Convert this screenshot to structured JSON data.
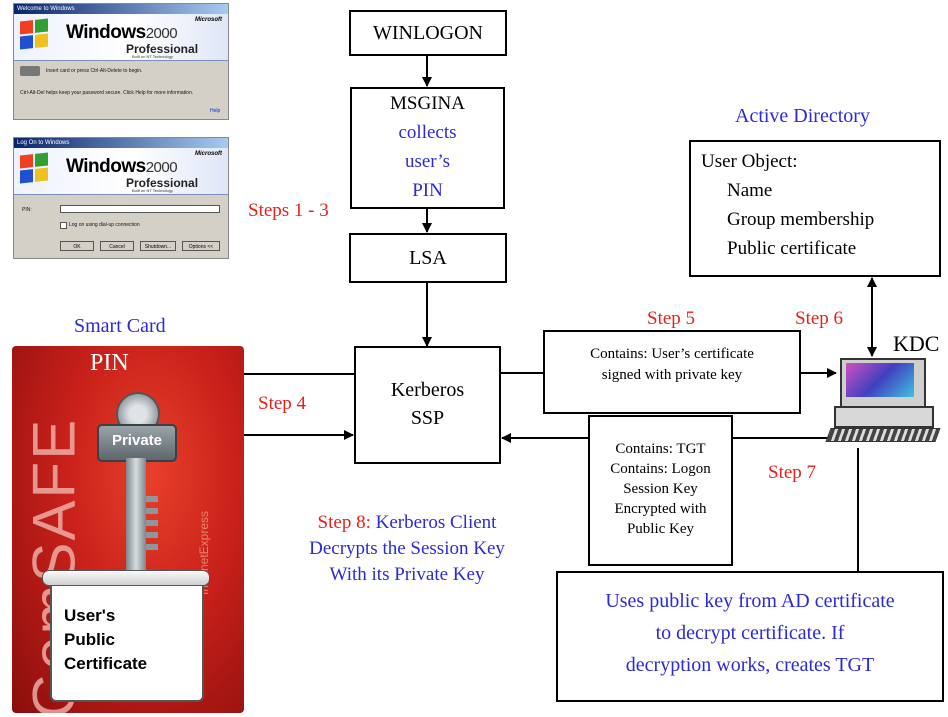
{
  "winlogon": "WINLOGON",
  "msgina": {
    "title": "MSGINA",
    "lines": [
      "collects",
      "user’s",
      "PIN"
    ]
  },
  "lsa": "LSA",
  "kerberos": {
    "line1": "Kerberos",
    "line2": "SSP"
  },
  "steps": {
    "s1_3": "Steps 1 - 3",
    "s4": "Step 4",
    "s5": "Step 5",
    "s6": "Step 6",
    "s7": "Step 7",
    "s8_prefix": "Step 8: ",
    "s8_line1_rest": "Kerberos Client",
    "s8_line2": "Decrypts the Session Key",
    "s8_line3": "With its Private Key"
  },
  "active_directory": {
    "label": "Active Directory",
    "title": "User Object:",
    "items": [
      "Name",
      "Group membership",
      "Public certificate"
    ]
  },
  "kdc_label": "KDC",
  "smart_card": {
    "label": "Smart Card",
    "pin": "PIN",
    "key_label": "Private",
    "brand": "GemSAFE",
    "sub_brand": "IntranetExpress",
    "certificate": [
      "User's",
      "Public",
      "Certificate"
    ]
  },
  "step5_box": [
    "Contains: User’s certificate",
    "signed with private key"
  ],
  "step7_box": [
    "Contains: TGT",
    "Contains: Logon",
    "Session Key",
    "Encrypted with",
    "Public Key"
  ],
  "uses_box": [
    "Uses public key from AD certificate",
    "to decrypt certificate.  If",
    "decryption works, creates TGT"
  ],
  "win_dialogs": {
    "title1": "Welcome to Windows",
    "title2": "Log On to Windows",
    "product": "Windows",
    "year": "2000",
    "edition": "Professional",
    "tech": "Built on NT Technology",
    "vendor": "Microsoft",
    "prompt": "Insert card or press Ctrl-Alt-Delete to begin.",
    "help": "Ctrl-Alt-Del helps keep your password secure. Click Help for more information.",
    "help_link": "Help",
    "pin_field": "PIN:",
    "checkbox": "Log on using dial-up connection",
    "buttons": [
      "OK",
      "Cancel",
      "Shutdown...",
      "Options <<"
    ]
  },
  "colors": {
    "red": "#e8201c",
    "blue": "#2a2ad8",
    "card_red": "#c8201a"
  }
}
